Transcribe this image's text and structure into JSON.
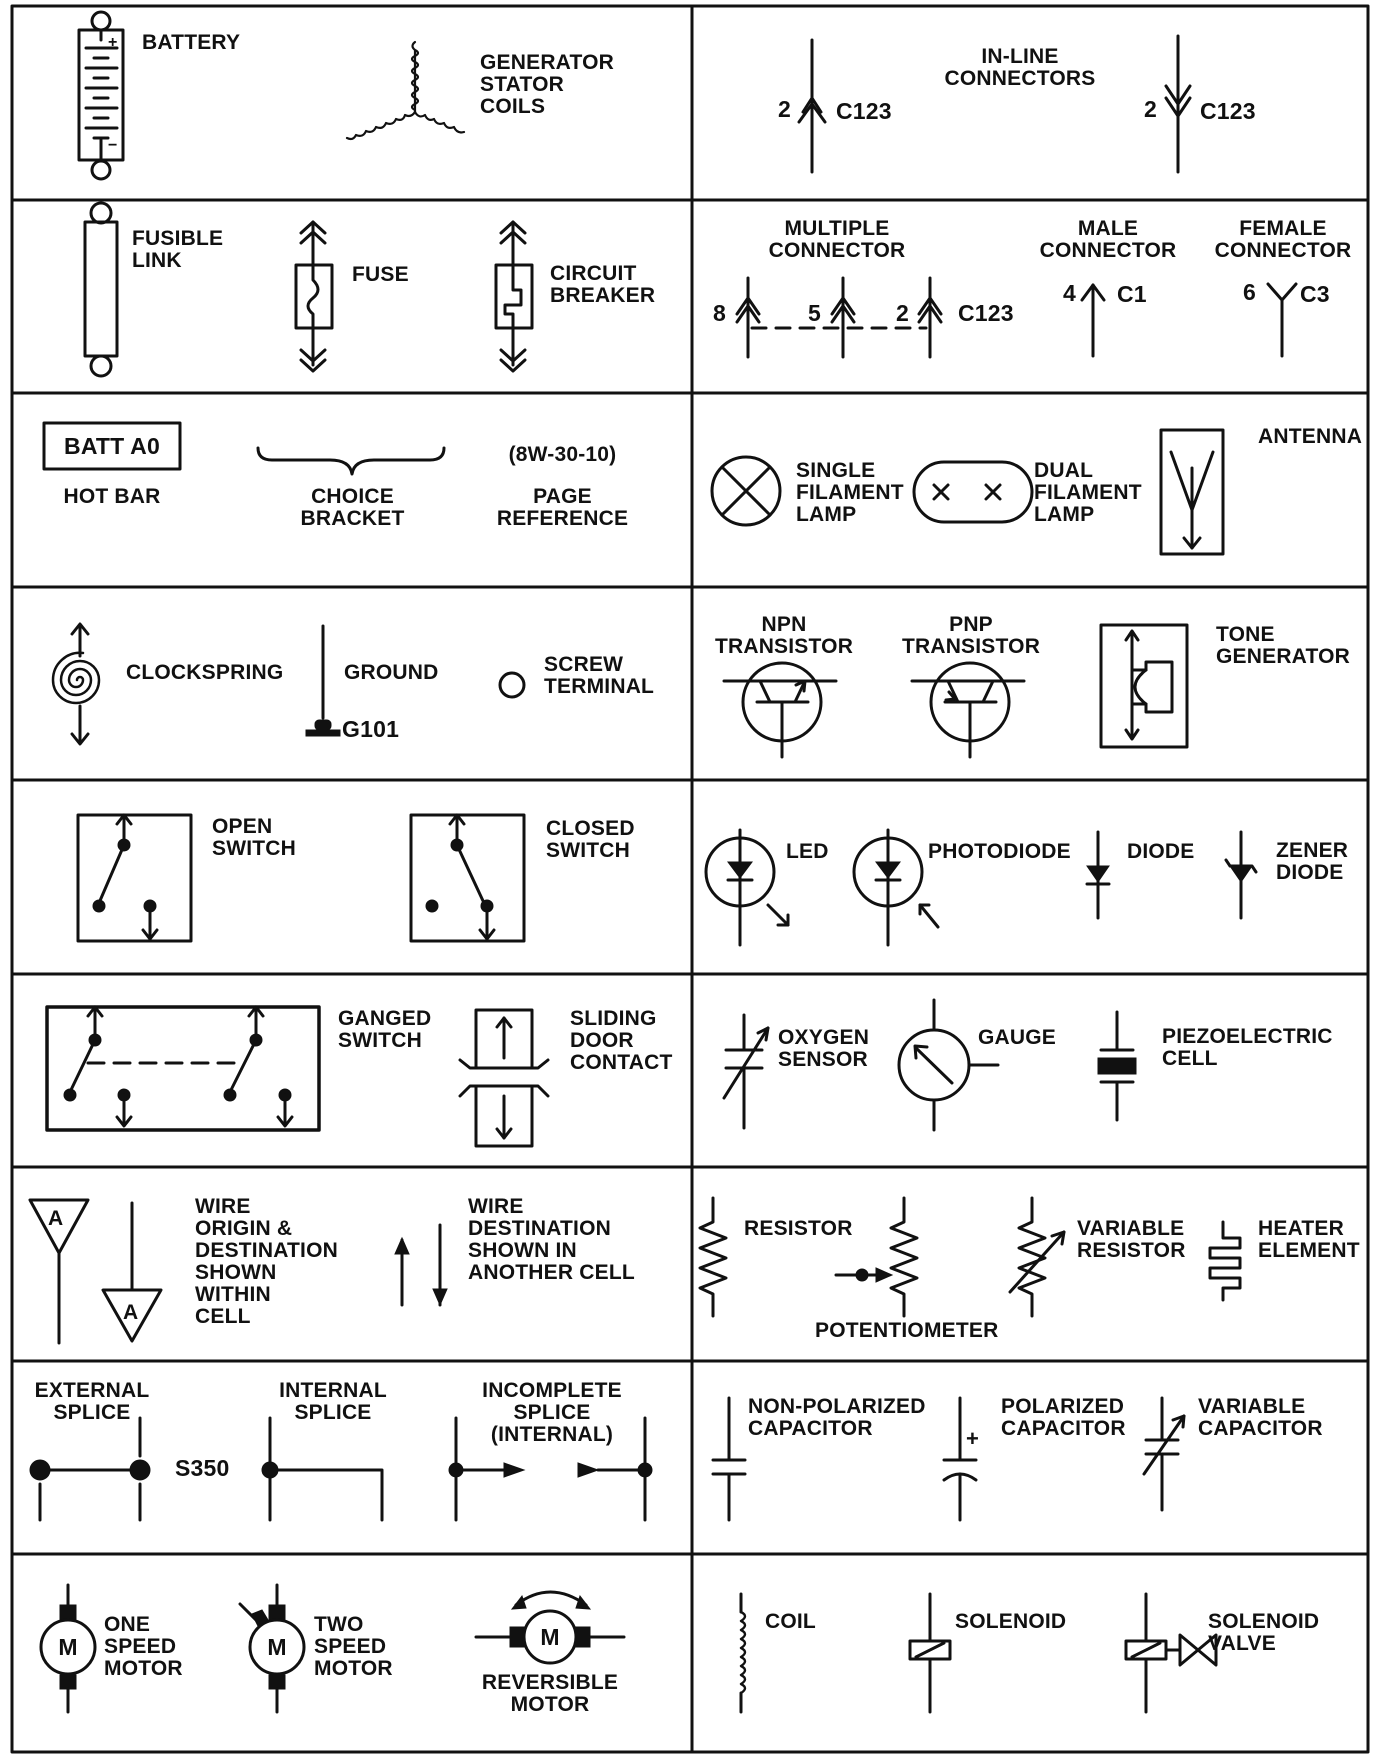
{
  "cells": {
    "battery": "BATTERY",
    "generator": "GENERATOR\nSTATOR\nCOILS",
    "inline": "IN-LINE\nCONNECTORS",
    "inline_num": "2",
    "inline_code": "C123",
    "fusible": "FUSIBLE\nLINK",
    "fuse": "FUSE",
    "breaker": "CIRCUIT\nBREAKER",
    "multiple": "MULTIPLE\nCONNECTOR",
    "male": "MALE\nCONNECTOR",
    "female": "FEMALE\nCONNECTOR",
    "mult_n1": "8",
    "mult_n2": "5",
    "mult_n3": "2",
    "mult_code": "C123",
    "male_num": "4",
    "male_code": "C1",
    "female_num": "6",
    "female_code": "C3",
    "hotbar_box": "BATT A0",
    "hotbar": "HOT BAR",
    "choice": "CHOICE\nBRACKET",
    "pageref_code": "(8W-30-10)",
    "pageref": "PAGE\nREFERENCE",
    "single_lamp": "SINGLE\nFILAMENT\nLAMP",
    "dual_lamp": "DUAL\nFILAMENT\nLAMP",
    "antenna": "ANTENNA",
    "clockspring": "CLOCKSPRING",
    "ground": "GROUND",
    "ground_code": "G101",
    "screw": "SCREW\nTERMINAL",
    "npn": "NPN\nTRANSISTOR",
    "pnp": "PNP\nTRANSISTOR",
    "tone": "TONE\nGENERATOR",
    "open_switch": "OPEN\nSWITCH",
    "closed_switch": "CLOSED\nSWITCH",
    "led": "LED",
    "photodiode": "PHOTODIODE",
    "diode": "DIODE",
    "zener": "ZENER\nDIODE",
    "ganged": "GANGED\nSWITCH",
    "sliding": "SLIDING\nDOOR\nCONTACT",
    "oxygen": "OXYGEN\nSENSOR",
    "gauge": "GAUGE",
    "piezo": "PIEZOELECTRIC\nCELL",
    "wire_origin": "WIRE\nORIGIN &\nDESTINATION\nSHOWN\nWITHIN\nCELL",
    "wire_letter": "A",
    "wire_dest": "WIRE\nDESTINATION\nSHOWN IN\nANOTHER CELL",
    "resistor": "RESISTOR",
    "potentiometer": "POTENTIOMETER",
    "var_resistor": "VARIABLE\nRESISTOR",
    "heater": "HEATER\nELEMENT",
    "ext_splice": "EXTERNAL\nSPLICE",
    "splice_code": "S350",
    "int_splice": "INTERNAL\nSPLICE",
    "incomplete": "INCOMPLETE\nSPLICE\n(INTERNAL)",
    "nonpol_cap": "NON-POLARIZED\nCAPACITOR",
    "pol_cap": "POLARIZED\nCAPACITOR",
    "var_cap": "VARIABLE\nCAPACITOR",
    "motor_letter": "M",
    "one_motor": "ONE\nSPEED\nMOTOR",
    "two_motor": "TWO\nSPEED\nMOTOR",
    "rev_motor": "REVERSIBLE\nMOTOR",
    "coil": "COIL",
    "solenoid": "SOLENOID",
    "sol_valve": "SOLENOID\nVALVE"
  }
}
